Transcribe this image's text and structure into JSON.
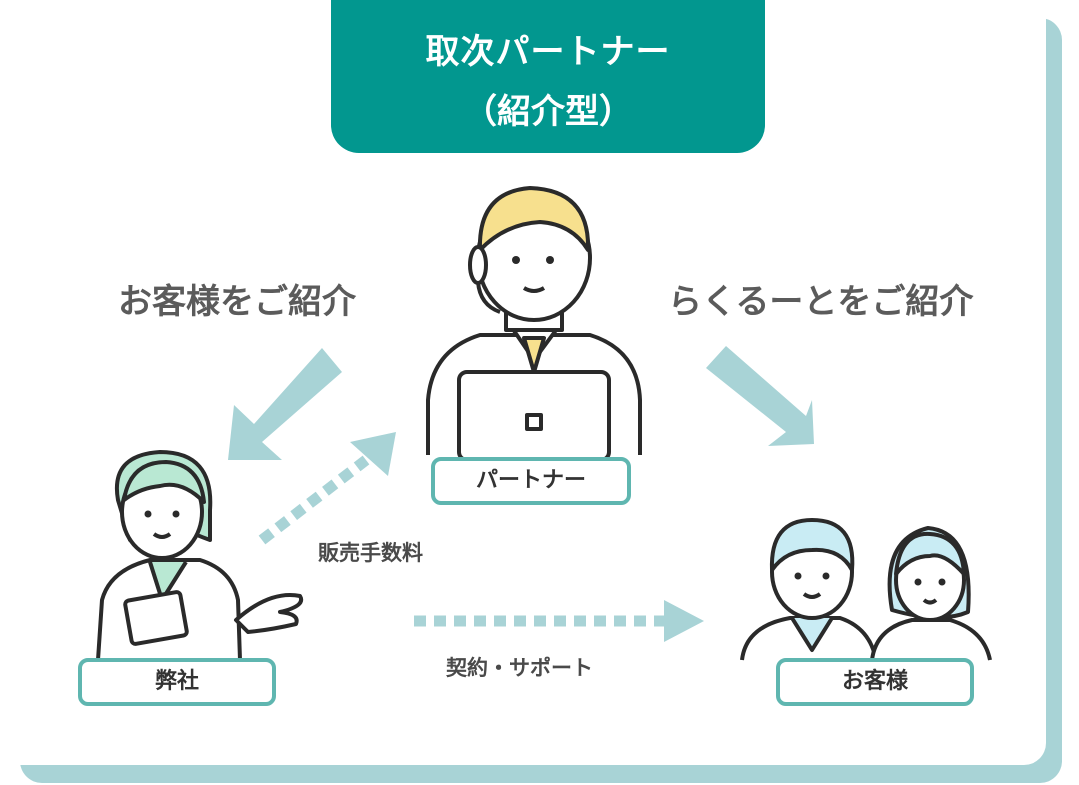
{
  "title": {
    "line1": "取次パートナー",
    "line2": "（紹介型）"
  },
  "captions": {
    "left": "お客様をご紹介",
    "right": "らくるーとをご紹介",
    "commission": "販売手数料",
    "contract": "契約・サポート"
  },
  "nodes": {
    "partner": "パートナー",
    "company": "弊社",
    "customer": "お客様"
  },
  "colors": {
    "teal": "#02978f",
    "arrow": "#a8d3d6",
    "label_border": "#5fb6b0",
    "text_gray": "#5b5b5b"
  }
}
